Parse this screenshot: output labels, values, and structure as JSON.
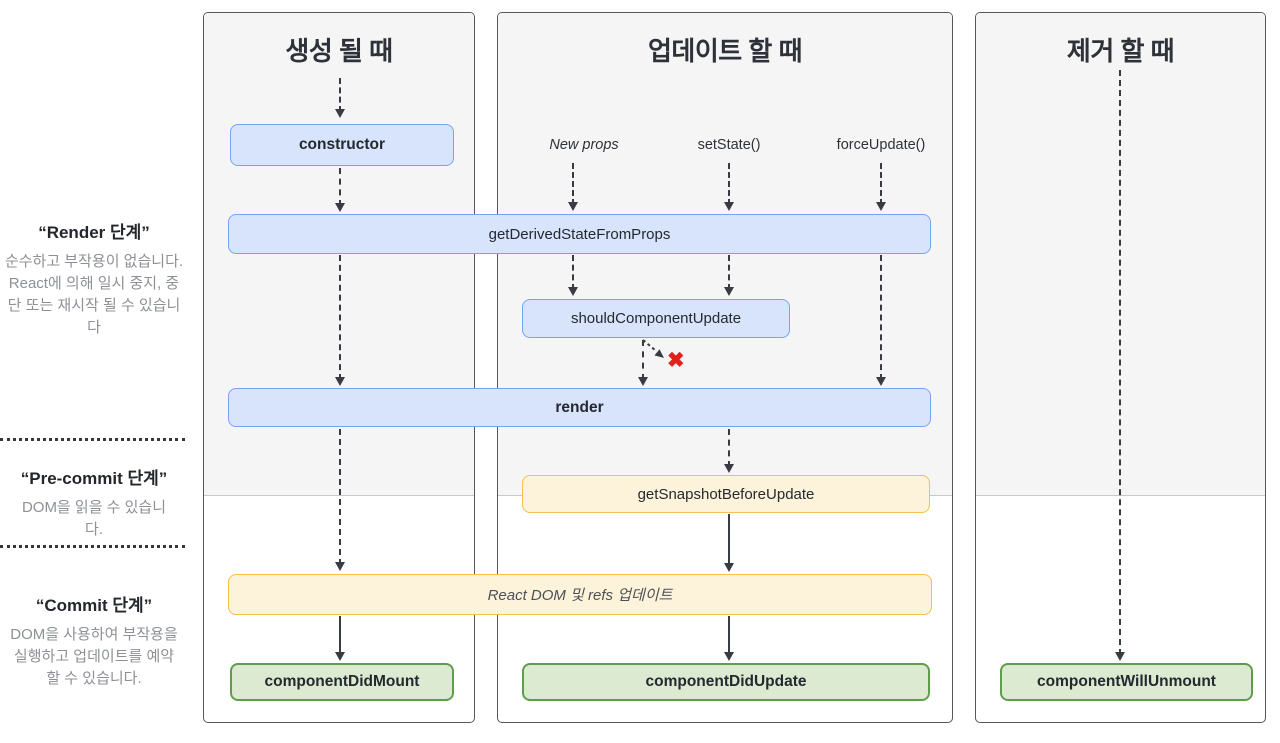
{
  "sidebar": {
    "phases": [
      {
        "title": "“Render 단계”",
        "description": "순수하고 부작용이 없습니다. React에 의해 일시 중지, 중단 또는 재시작 될 수 있습니다"
      },
      {
        "title": "“Pre-commit 단계”",
        "description": "DOM을 읽을 수 있습니다."
      },
      {
        "title": "“Commit 단계”",
        "description": "DOM을 사용하여 부작용을 실행하고 업데이트를 예약 할 수 있습니다."
      }
    ]
  },
  "columns": [
    {
      "title": "생성 될 때"
    },
    {
      "title": "업데이트 할 때"
    },
    {
      "title": "제거 할 때"
    }
  ],
  "triggers": {
    "new_props": "New props",
    "set_state": "setState()",
    "force_update": "forceUpdate()"
  },
  "boxes": {
    "ctor": "constructor",
    "get_derived": "getDerivedStateFromProps",
    "should_update": "shouldComponentUpdate",
    "render": "render",
    "get_snapshot": "getSnapshotBeforeUpdate",
    "react_dom": "React DOM 및 refs 업데이트",
    "did_mount": "componentDidMount",
    "did_update": "componentDidUpdate",
    "will_unmount": "componentWillUnmount"
  },
  "icons": {
    "skip_x": "✖"
  },
  "colors": {
    "blue_fill": "#d8e4fc",
    "blue_border": "#76a4f3",
    "yellow_fill": "#fdf3da",
    "yellow_border": "#f2c14e",
    "green_fill": "#dcead2",
    "green_border": "#5e9e4a",
    "panel_shade": "#f5f5f6",
    "panel_border": "#54575c",
    "arrow": "#383c42",
    "red_x": "#e0221a",
    "sidebar_text": "#8d9096"
  }
}
